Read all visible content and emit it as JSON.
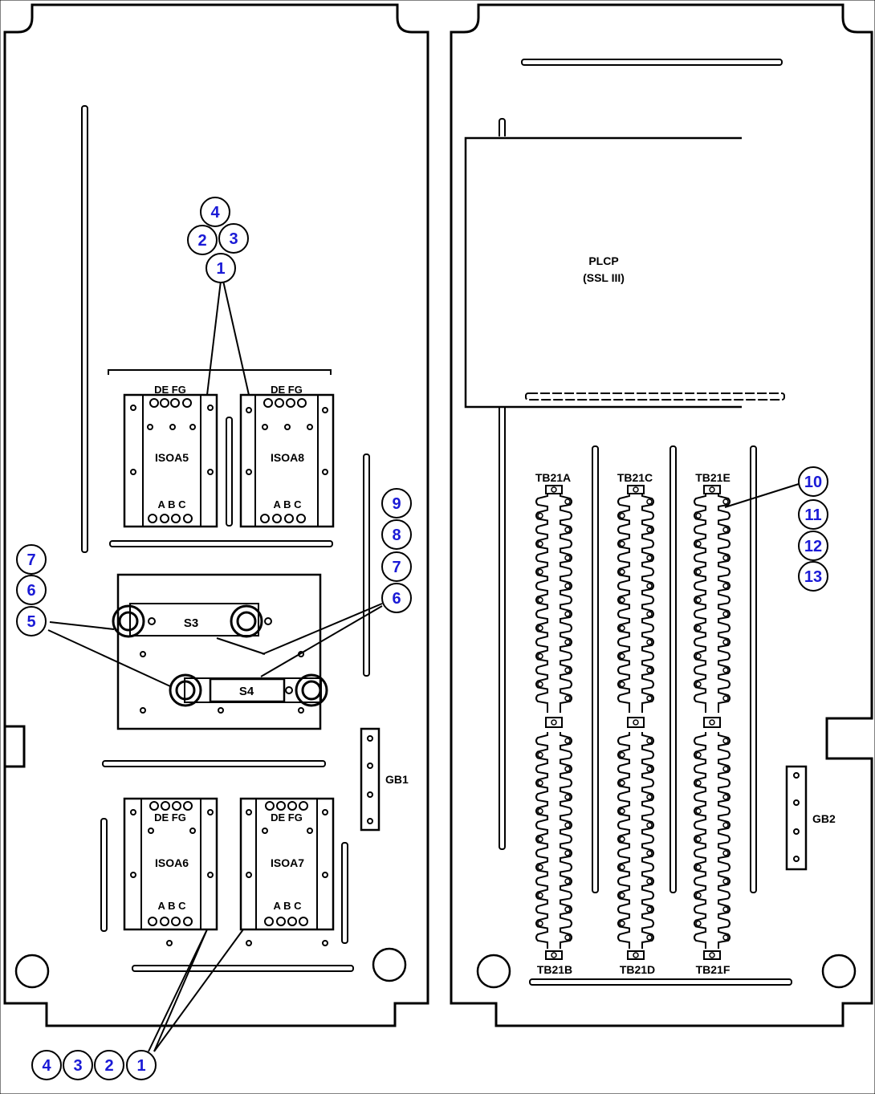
{
  "left_panel": {
    "iso_top_left": {
      "title": "ISOA5",
      "top_letters": "DE FG",
      "bottom_letters": "A B C"
    },
    "iso_top_right": {
      "title": "ISOA8",
      "top_letters": "DE FG",
      "bottom_letters": "A B C"
    },
    "switch_upper": "S3",
    "switch_lower": "S4",
    "iso_bottom_left": {
      "title": "ISOA6",
      "top_letters": "DE FG",
      "bottom_letters": "A B C"
    },
    "iso_bottom_right": {
      "title": "ISOA7",
      "top_letters": "DE FG",
      "bottom_letters": "A B C"
    },
    "ground_bar": "GB1"
  },
  "right_panel": {
    "plc_title": "PLCP",
    "plc_subtitle": "(SSL III)",
    "terminal_labels": [
      "TB21A",
      "TB21C",
      "TB21E",
      "TB21B",
      "TB21D",
      "TB21F"
    ],
    "ground_bar": "GB2"
  },
  "callouts": {
    "top_cluster": [
      "4",
      "2",
      "3",
      "1"
    ],
    "right_stack": [
      "9",
      "8",
      "7",
      "6"
    ],
    "left_stack": [
      "7",
      "6",
      "5"
    ],
    "bottom_row": [
      "4",
      "3",
      "2",
      "1"
    ],
    "terminal_stack": [
      "10",
      "11",
      "12",
      "13"
    ]
  },
  "colors": {
    "line": "#000000",
    "callout_text": "#1a1ad6",
    "background": "#ffffff"
  }
}
